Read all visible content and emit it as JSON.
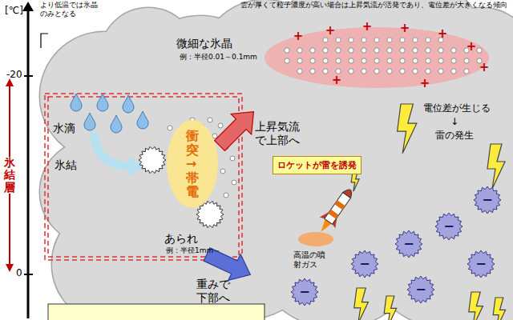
{
  "diagram": {
    "nodes": [
      {
        "text": [
          "衝突→帯電"
        ]
      },
      {
        "text": [
          "ロケットが雷を誘発"
        ]
      }
    ],
    "labels": [
      "[℃]",
      "-20",
      "0",
      "氷結層",
      "より低温では氷晶のみとなる",
      "雲が厚くて粒子濃度が高い場合は上昇気流が活発であり、電位差が大きくなる傾向",
      "微細な氷晶",
      "例：半径0.01～0.1mm",
      "水滴",
      "氷結",
      "あられ",
      "例：半径1mm～",
      "上昇気流で上部へ",
      "重みで下部へ",
      "高温の噴射ガス",
      "電位差が生じる",
      "↓",
      "雷の発生",
      "+",
      "+",
      "+",
      "+",
      "+",
      "+",
      "+",
      "+",
      "+",
      "−",
      "−",
      "−",
      "−",
      "−",
      "−",
      "−"
    ]
  }
}
